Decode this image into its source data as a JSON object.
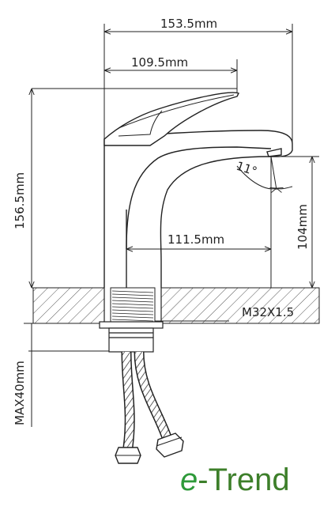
{
  "dimensions": {
    "total_width": "153.5mm",
    "handle_width": "109.5mm",
    "total_height": "156.5mm",
    "spout_reach": "111.5mm",
    "spout_height": "104mm",
    "outlet_angle": "11°",
    "thread": "M32X1.5",
    "max_countertop": "MAX40mm"
  },
  "brand": {
    "first": "e",
    "rest": "-Trend",
    "first_color": "#2e9a3a",
    "rest_color": "#3d7f2a"
  },
  "colors": {
    "line": "#222222",
    "hatch": "#555555",
    "background": "#ffffff"
  }
}
